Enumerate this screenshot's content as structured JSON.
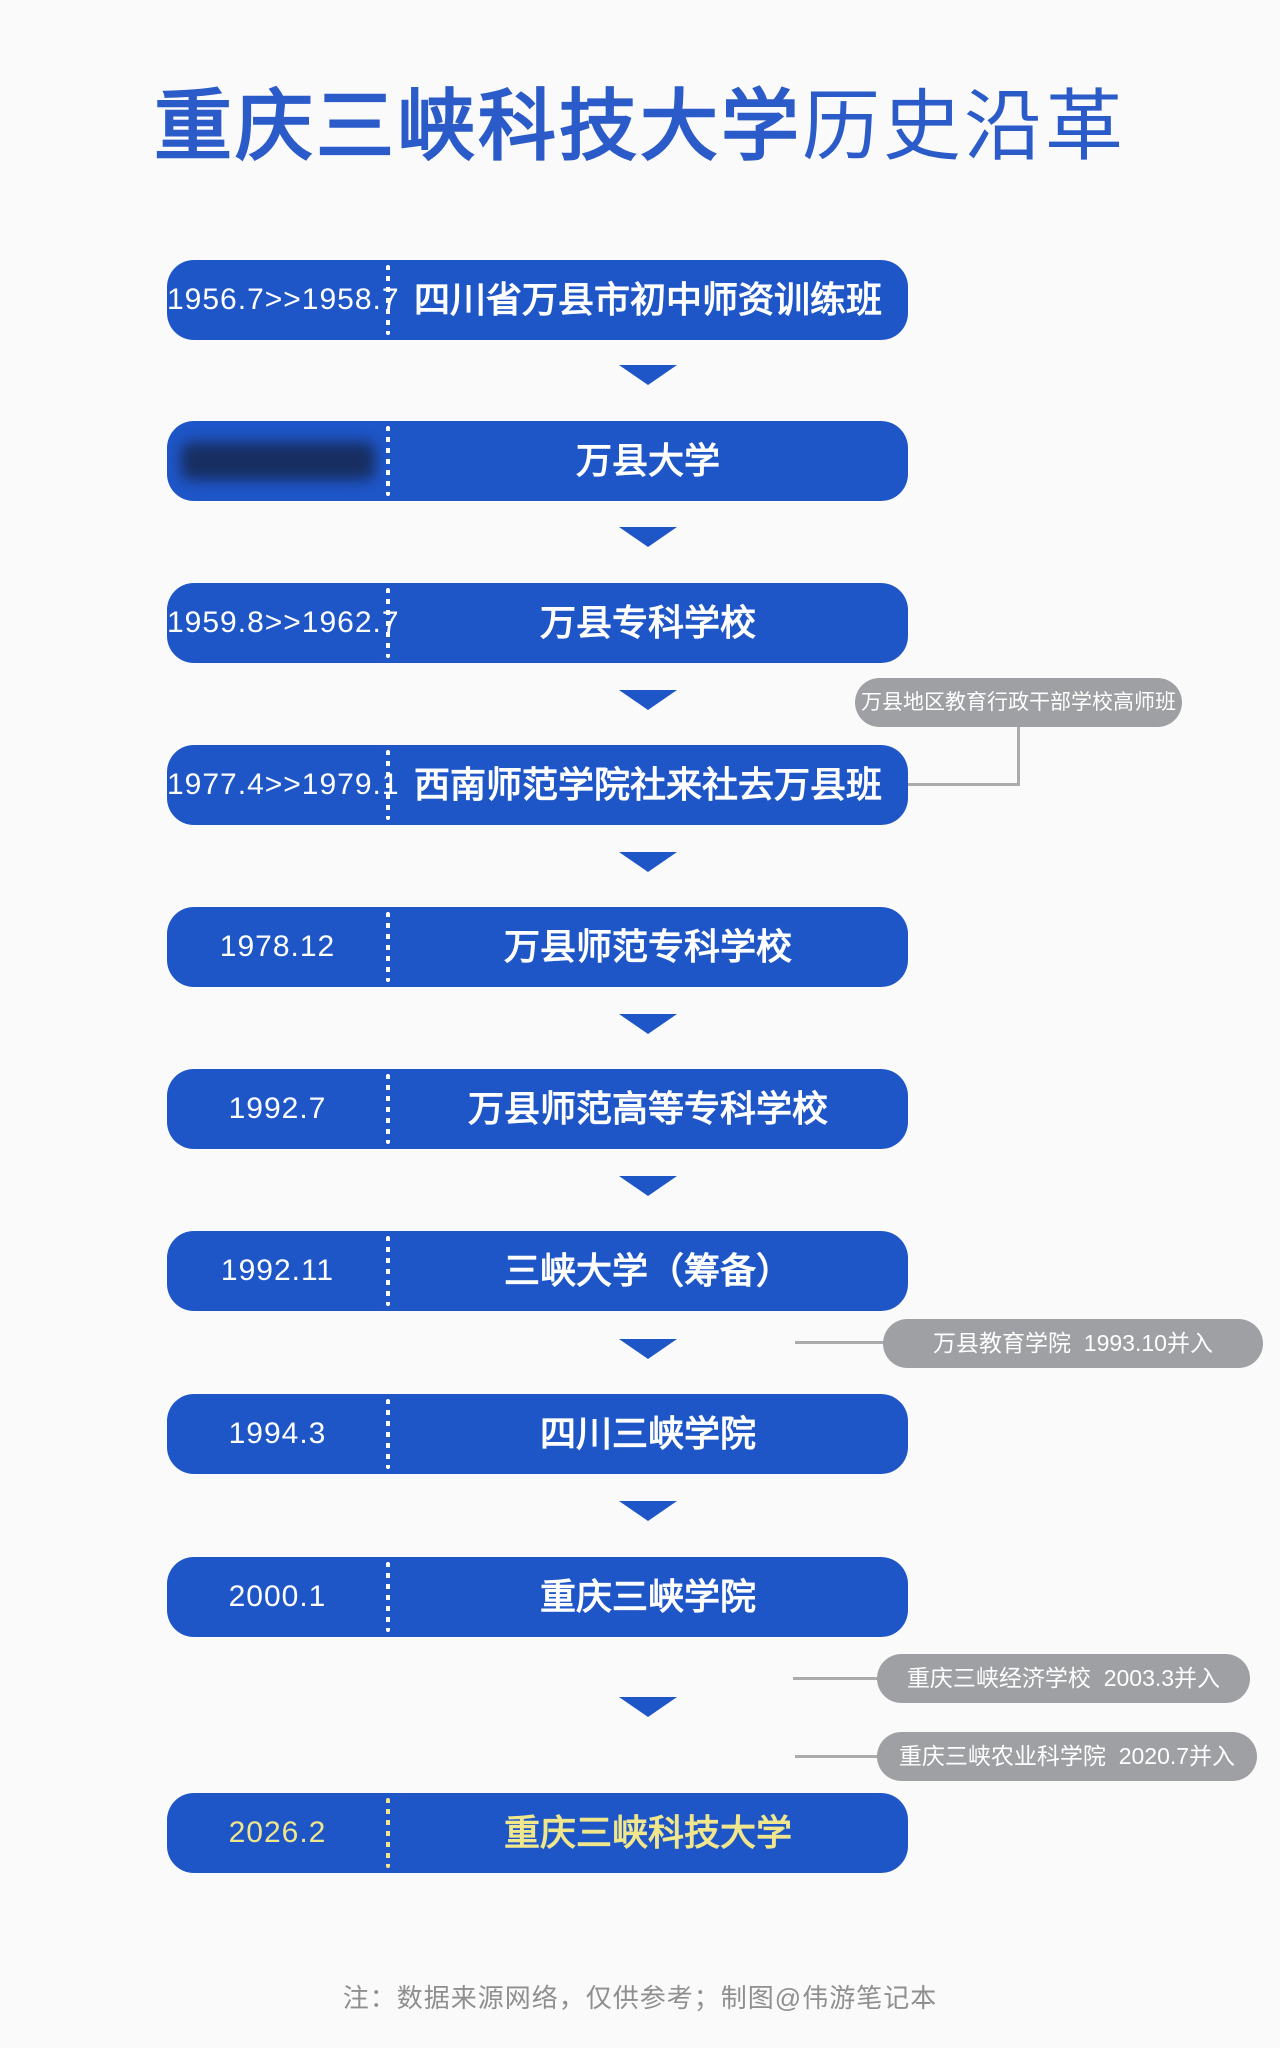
{
  "title": {
    "bold": "重庆三峡科技大学",
    "light": "历史沿革"
  },
  "timeline": [
    {
      "date": "1956.7>>1958.7",
      "name": "四川省万县市初中师资训练班"
    },
    {
      "date": "",
      "date_blurred": true,
      "name": "万县大学"
    },
    {
      "date": "1959.8>>1962.7",
      "name": "万县专科学校"
    },
    {
      "date": "1977.4>>1979.1",
      "name": "西南师范学院社来社去万县班"
    },
    {
      "date": "1978.12",
      "name": "万县师范专科学校"
    },
    {
      "date": "1992.7",
      "name": "万县师范高等专科学校"
    },
    {
      "date": "1992.11",
      "name": "三峡大学（筹备）"
    },
    {
      "date": "1994.3",
      "name": "四川三峡学院"
    },
    {
      "date": "2000.1",
      "name": "重庆三峡学院"
    },
    {
      "date": "2026.2",
      "name": "重庆三峡科技大学",
      "highlight": true
    }
  ],
  "callouts": [
    {
      "label": "万县地区教育行政干部学校高师班"
    },
    {
      "label": "万县教育学院  1993.10并入"
    },
    {
      "label": "重庆三峡经济学校  2003.3并入"
    },
    {
      "label": "重庆三峡农业科学院  2020.7并入"
    }
  ],
  "footer": {
    "note": "注：数据来源网络，仅供参考；制图@伟游笔记本"
  },
  "colors": {
    "box_blue": "#1E56C8",
    "title_blue": "#2B5BC9",
    "highlight_yellow": "#F0E68C",
    "pill_gray": "#9EA0A3",
    "connector_gray": "#ABABAB",
    "footer_gray": "#8F8F8F",
    "background": "#FAFAFB"
  }
}
